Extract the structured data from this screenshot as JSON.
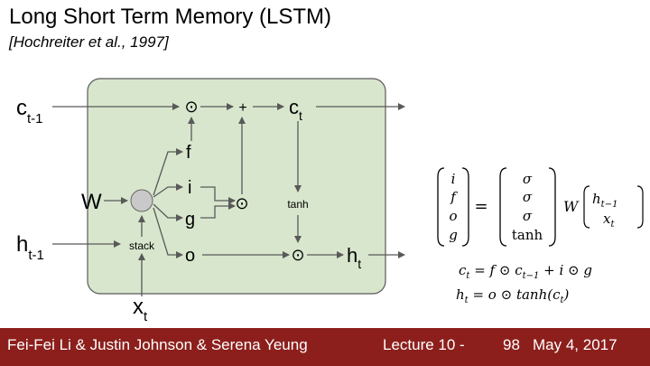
{
  "slide": {
    "title": "Long Short Term Memory (LSTM)",
    "citation": "[Hochreiter et al., 1997]"
  },
  "diagram": {
    "inputs": {
      "c_prev_base": "c",
      "c_prev_sub": "t-1",
      "h_prev_base": "h",
      "h_prev_sub": "t-1",
      "x_base": "x",
      "x_sub": "t",
      "weights": "W"
    },
    "outputs": {
      "c_base": "c",
      "c_sub": "t",
      "h_base": "h",
      "h_sub": "t"
    },
    "gates": {
      "f": "f",
      "i": "i",
      "g": "g",
      "o": "o"
    },
    "ops": {
      "mult": "⊙",
      "add": "+",
      "stack": "stack",
      "tanh": "tanh"
    },
    "colors": {
      "cell_fill": "#d8e6cd",
      "cell_stroke": "#5a5a5a",
      "arrow": "#595959",
      "node_fill": "#c9c9c9"
    }
  },
  "equations": {
    "gates_vector": [
      "i",
      "f",
      "o",
      "g"
    ],
    "activations": [
      "σ",
      "σ",
      "σ",
      "tanh"
    ],
    "weight": "W",
    "input_vector": [
      "h",
      "x"
    ],
    "input_subs": [
      "t−1",
      "t"
    ],
    "cell_update": [
      "c",
      "t",
      " = f ⊙ c",
      "t−1",
      " + i ⊙ g"
    ],
    "hidden_update": [
      "h",
      "t",
      " = o ⊙ tanh(c",
      "t",
      ")"
    ]
  },
  "footer": {
    "authors": "Fei-Fei Li & Justin Johnson & Serena Yeung",
    "lecture": "Lecture 10 -",
    "page": "98",
    "date": "May 4, 2017",
    "background": "#8c1f1c"
  }
}
